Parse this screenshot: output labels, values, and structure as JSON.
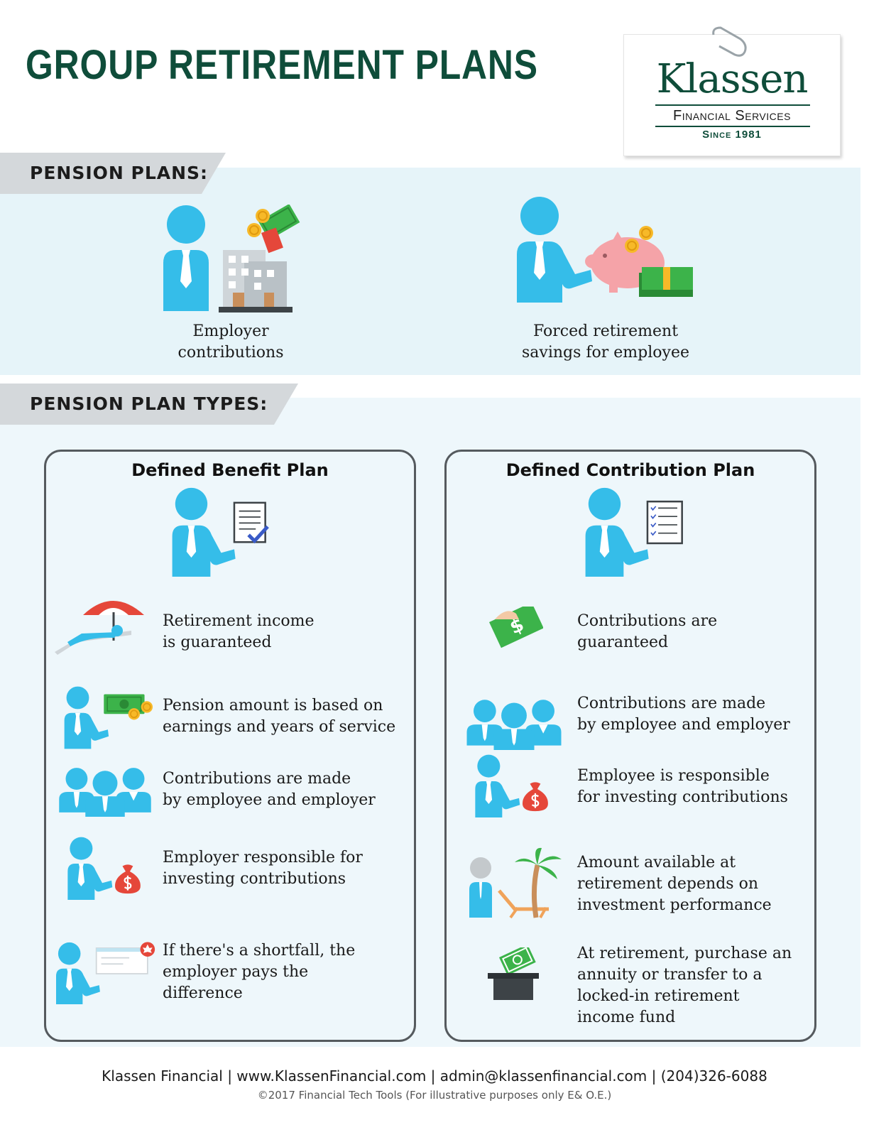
{
  "header": {
    "title": "GROUP RETIREMENT PLANS"
  },
  "logo": {
    "name": "Klassen",
    "subtitle": "Financial Services",
    "since": "Since 1981"
  },
  "pension_plans": {
    "heading": "PENSION PLANS:",
    "items": [
      {
        "line1": "Employer",
        "line2": "contributions"
      },
      {
        "line1": "Forced retirement",
        "line2": "savings for employee"
      }
    ]
  },
  "pension_plan_types": {
    "heading": "PENSION PLAN TYPES:",
    "defined_benefit": {
      "title": "Defined Benefit Plan",
      "items": [
        {
          "line1": "Retirement income",
          "line2": "is guaranteed"
        },
        {
          "line1": "Pension amount is based on",
          "line2": "earnings and years of service"
        },
        {
          "line1": "Contributions are made",
          "line2": "by employee and employer"
        },
        {
          "line1": "Employer responsible for",
          "line2": "investing contributions"
        },
        {
          "line1": "If there's a shortfall, the",
          "line2": "employer pays the",
          "line3": "difference"
        }
      ]
    },
    "defined_contribution": {
      "title": "Defined Contribution Plan",
      "items": [
        {
          "line1": "Contributions are",
          "line2": "guaranteed"
        },
        {
          "line1": "Contributions are made",
          "line2": "by employee and employer"
        },
        {
          "line1": "Employee is responsible",
          "line2": "for investing contributions"
        },
        {
          "line1": "Amount available at",
          "line2": "retirement depends on",
          "line3": "investment performance"
        },
        {
          "line1": "At retirement, purchase an",
          "line2": "annuity or transfer to a",
          "line3": "locked-in retirement",
          "line4": "income fund"
        }
      ]
    }
  },
  "footer": {
    "contact": "Klassen Financial | www.KlassenFinancial.com | admin@klassenfinancial.com | (204)326-6088",
    "copyright": "©2017 Financial Tech Tools (For illustrative purposes only E& O.E.)"
  },
  "colors": {
    "title_green": "#0f4d3a",
    "person_blue": "#35bde9",
    "money_green": "#3cb34a",
    "money_bag_red": "#e5473a",
    "band_blue": "#e6f4f9"
  }
}
